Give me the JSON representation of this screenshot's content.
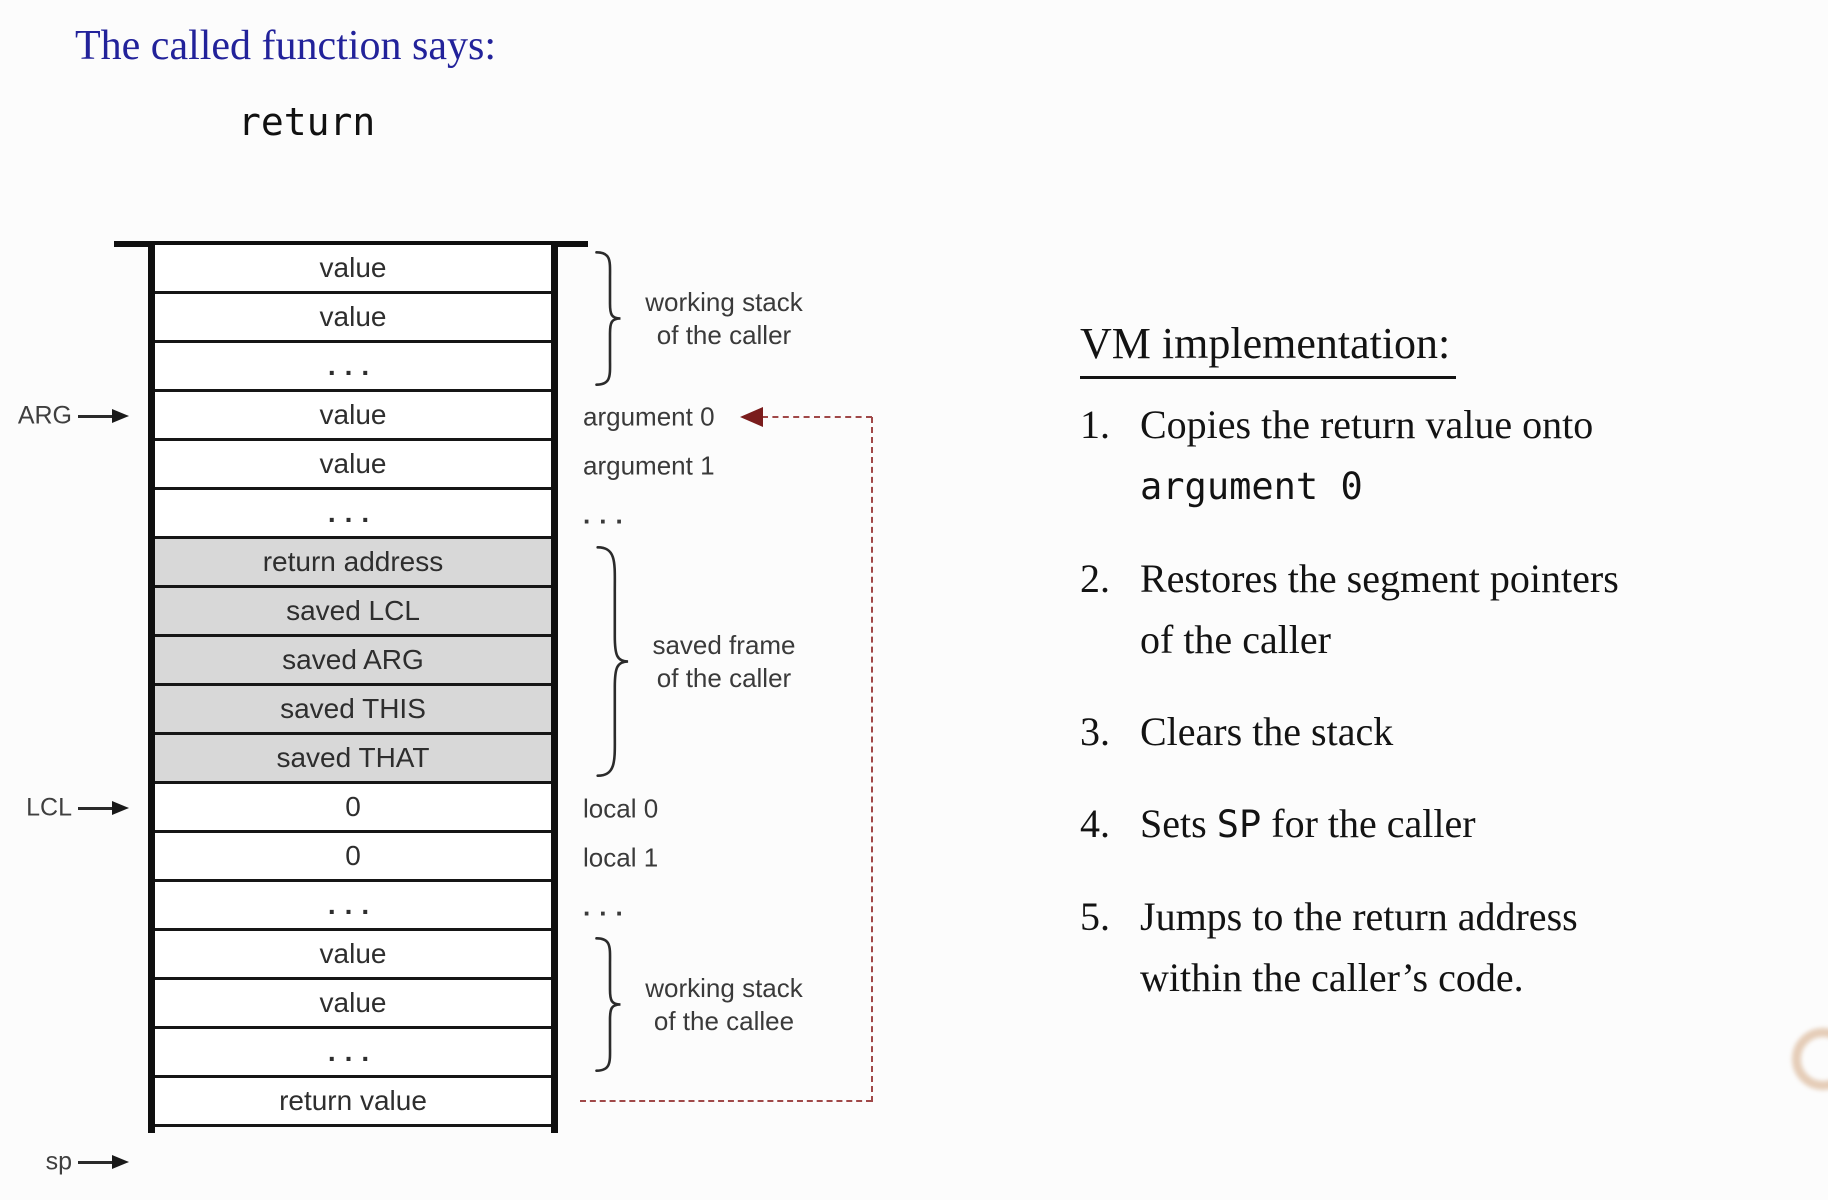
{
  "slide": {
    "title": "The called function says:",
    "command": "return",
    "title_color": "#22229a"
  },
  "stack": {
    "rows": [
      {
        "text": "value",
        "shaded": false
      },
      {
        "text": "value",
        "shaded": false
      },
      {
        "text": "...",
        "shaded": false
      },
      {
        "text": "value",
        "shaded": false
      },
      {
        "text": "value",
        "shaded": false
      },
      {
        "text": "...",
        "shaded": false
      },
      {
        "text": "return address",
        "shaded": true
      },
      {
        "text": "saved LCL",
        "shaded": true
      },
      {
        "text": "saved ARG",
        "shaded": true
      },
      {
        "text": "saved THIS",
        "shaded": true
      },
      {
        "text": "saved THAT",
        "shaded": true
      },
      {
        "text": "0",
        "shaded": false
      },
      {
        "text": "0",
        "shaded": false
      },
      {
        "text": "...",
        "shaded": false
      },
      {
        "text": "value",
        "shaded": false
      },
      {
        "text": "value",
        "shaded": false
      },
      {
        "text": "...",
        "shaded": false
      },
      {
        "text": "return value",
        "shaded": false
      }
    ],
    "pointers": [
      {
        "label": "ARG",
        "row": 3,
        "below": false
      },
      {
        "label": "LCL",
        "row": 11,
        "below": false
      },
      {
        "label": "sp",
        "row": 18,
        "below": true
      }
    ],
    "row_labels": [
      {
        "text": "argument 0",
        "row": 3
      },
      {
        "text": "argument 1",
        "row": 4
      },
      {
        "text": "...",
        "row": 5
      },
      {
        "text": "local 0",
        "row": 11
      },
      {
        "text": "local 1",
        "row": 12
      },
      {
        "text": "...",
        "row": 13
      }
    ],
    "braces": [
      {
        "lines": [
          "working stack",
          "of the caller"
        ],
        "from_row": 0,
        "to_row": 2
      },
      {
        "lines": [
          "saved frame",
          "of the caller"
        ],
        "from_row": 6,
        "to_row": 10
      },
      {
        "lines": [
          "working stack",
          "of the callee"
        ],
        "from_row": 14,
        "to_row": 16
      }
    ],
    "return_arrow": {
      "from_label": "return value",
      "to_label": "argument 0",
      "dash_color": "#a04848",
      "head_color": "#7a1c1c"
    }
  },
  "vm": {
    "heading": "VM implementation:",
    "items": [
      {
        "num": "1.",
        "lines": [
          [
            {
              "t": "Copies the return value onto"
            }
          ],
          [
            {
              "t": "argument 0",
              "mono": true
            }
          ]
        ]
      },
      {
        "num": "2.",
        "lines": [
          [
            {
              "t": "Restores the segment pointers"
            }
          ],
          [
            {
              "t": "of the caller"
            }
          ]
        ]
      },
      {
        "num": "3.",
        "lines": [
          [
            {
              "t": "Clears the stack"
            }
          ]
        ]
      },
      {
        "num": "4.",
        "lines": [
          [
            {
              "t": "Sets "
            },
            {
              "t": "SP",
              "mono": true
            },
            {
              "t": " for the caller"
            }
          ]
        ]
      },
      {
        "num": "5.",
        "lines": [
          [
            {
              "t": "Jumps to the return address"
            }
          ],
          [
            {
              "t": "within the caller’s code."
            }
          ]
        ]
      }
    ]
  }
}
